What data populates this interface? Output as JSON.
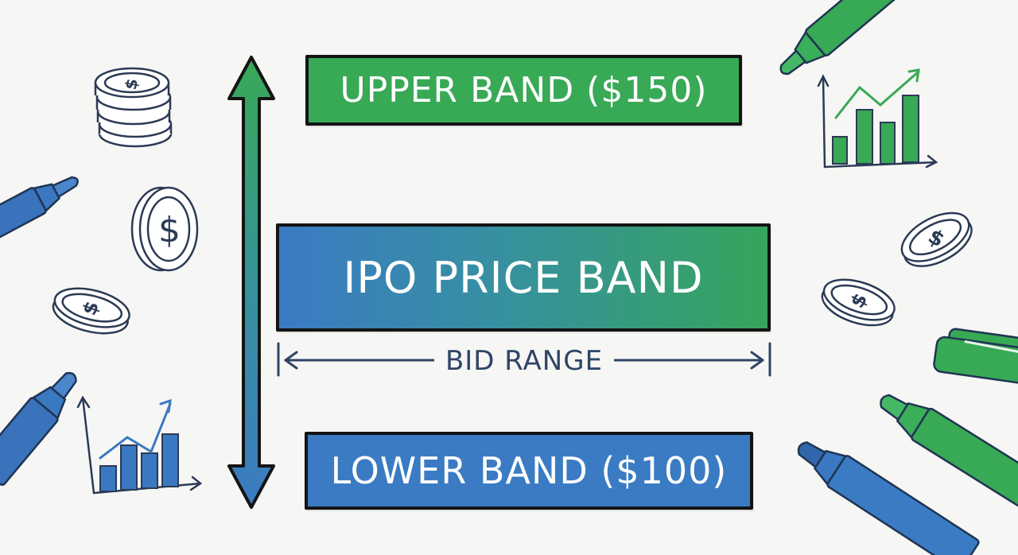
{
  "diagram": {
    "title": "IPO PRICE BAND",
    "upper_band": {
      "label": "UPPER BAND ($150)",
      "price": "$150",
      "color": "#38a955"
    },
    "lower_band": {
      "label": "LOWER BAND ($100)",
      "price": "$100",
      "color": "#3a7bc3"
    },
    "center_band": {
      "label": "IPO PRICE BAND",
      "gradient": [
        "#3a7bc4",
        "#36a55c"
      ]
    },
    "bid_range": {
      "label": "BID RANGE",
      "color": "#2e4566"
    },
    "vertical_arrow": {
      "direction": "both",
      "top_color": "#38a955",
      "bottom_color": "#3a7bc3"
    }
  },
  "decorations": {
    "left": [
      "coin-stack-icon",
      "coin-icon",
      "coin-icon",
      "blue-marker-icon",
      "blue-marker-icon",
      "bar-chart-icon-blue"
    ],
    "right": [
      "green-marker-icon",
      "bar-chart-icon-green",
      "coin-icon",
      "coin-icon",
      "green-marker-cap-icon",
      "green-marker-icon",
      "blue-marker-icon"
    ]
  },
  "colors": {
    "background": "#f6f6f4",
    "outline": "#141414",
    "ink": "#2b3a55",
    "green": "#38a955",
    "blue": "#3a7bc3"
  }
}
